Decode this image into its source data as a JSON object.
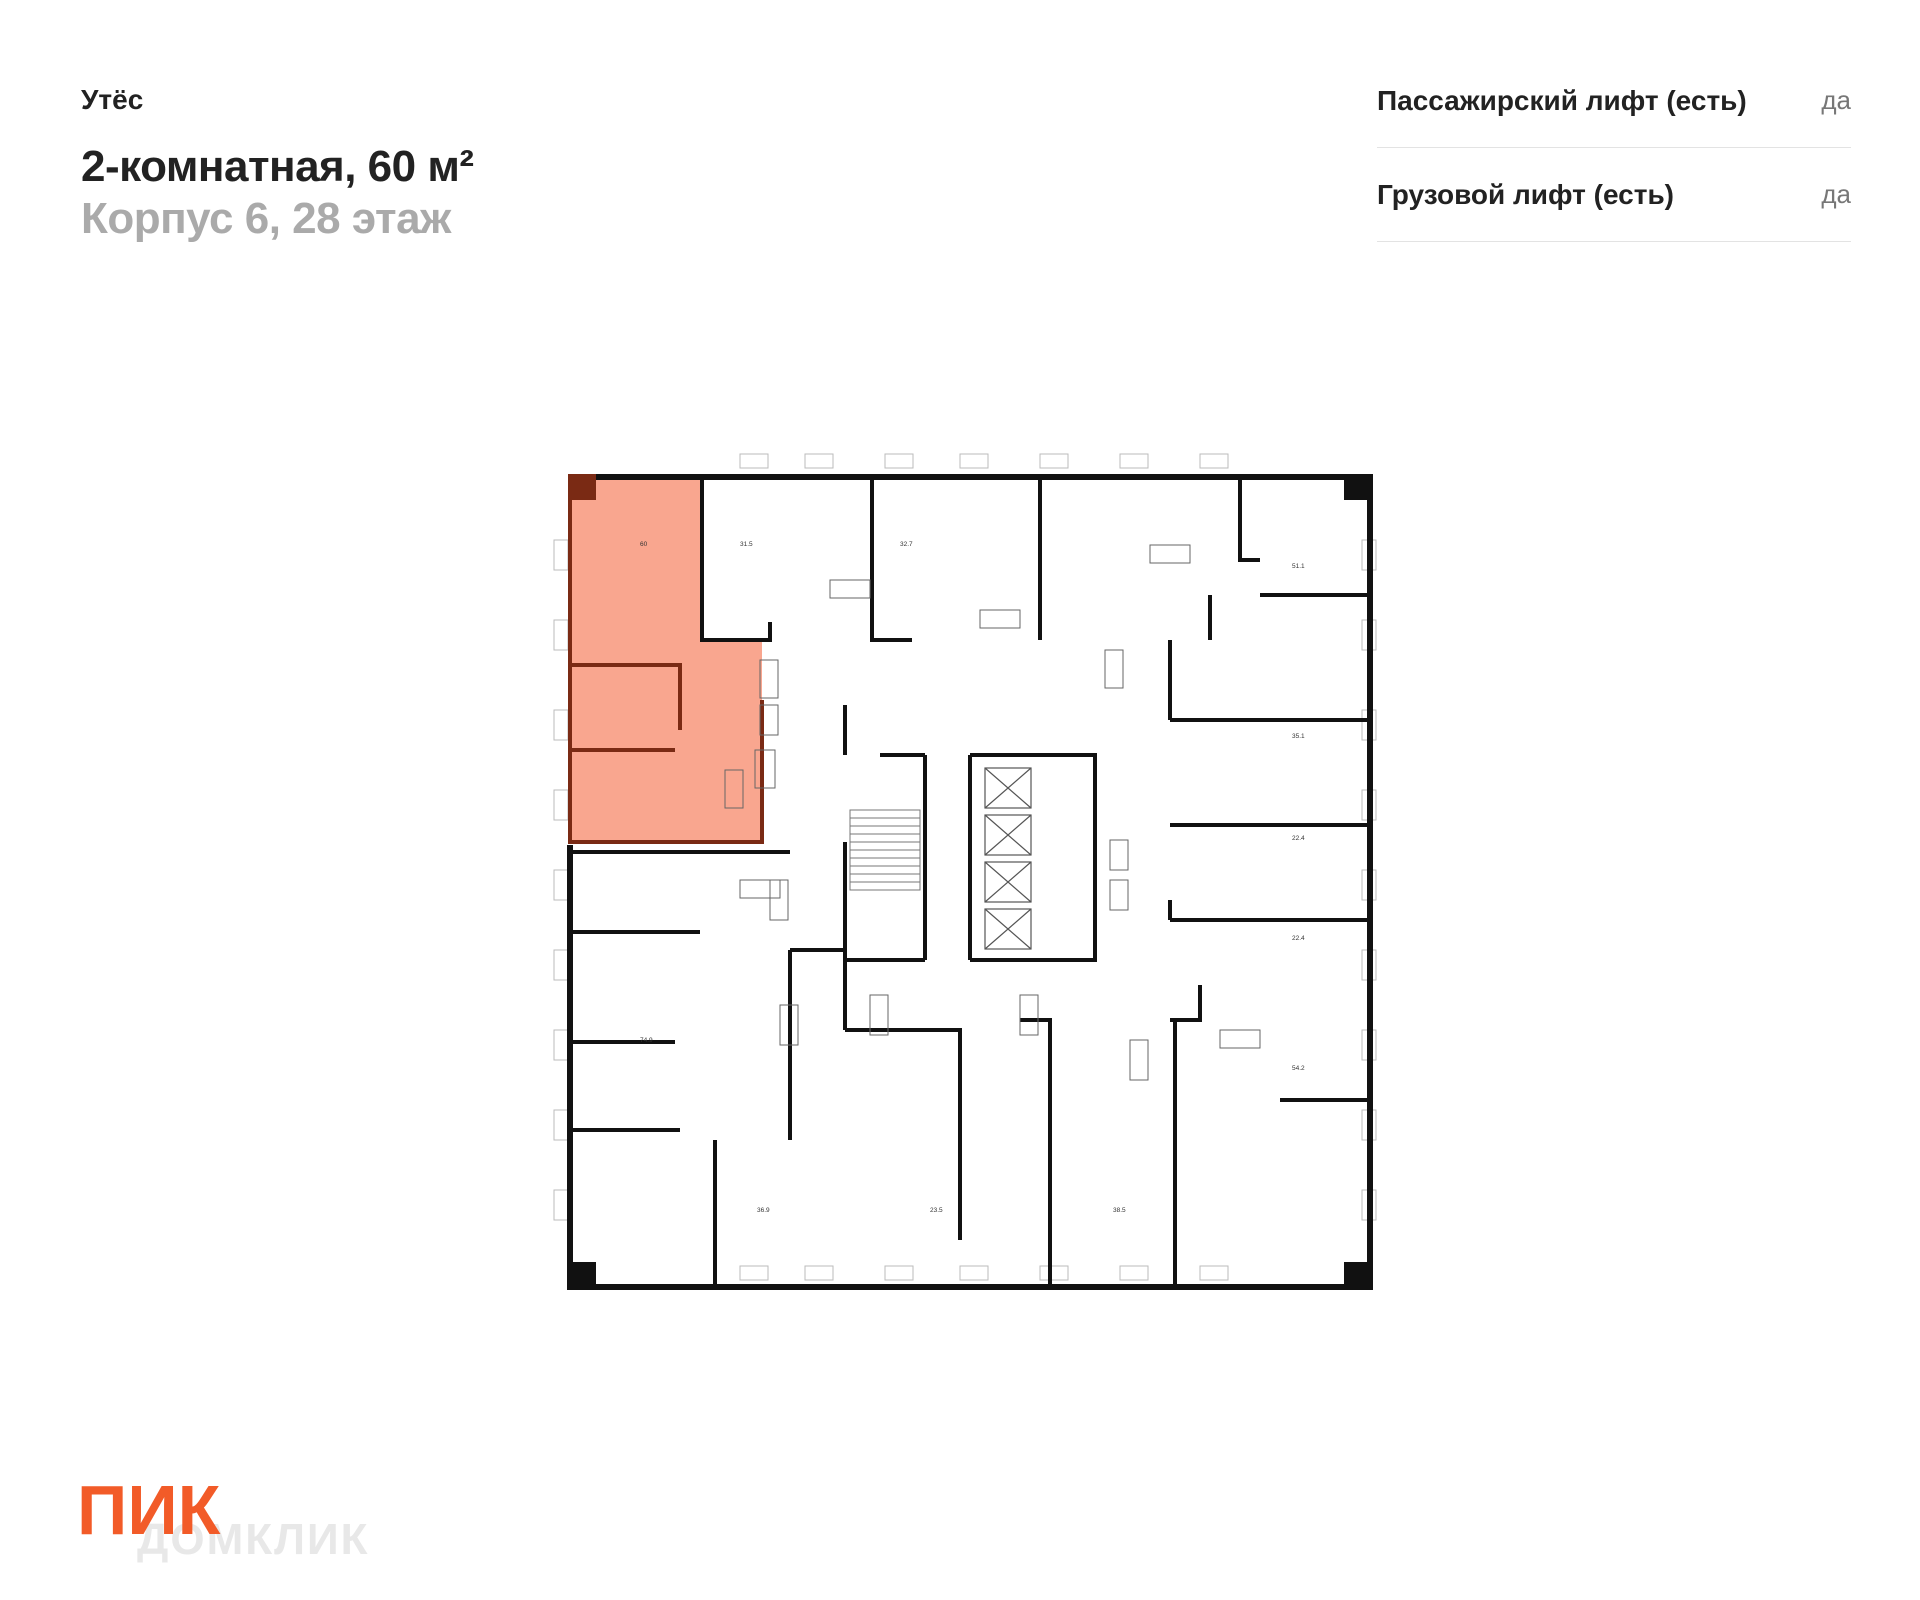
{
  "header": {
    "project": "Утёс",
    "title": "2-комнатная, 60 м²",
    "subtitle": "Корпус 6, 28 этаж"
  },
  "features": [
    {
      "label": "Пассажирский лифт (есть)",
      "value": "да"
    },
    {
      "label": "Грузовой лифт (есть)",
      "value": "да"
    }
  ],
  "floorplan": {
    "highlight_color": "#f9a68f",
    "highlight_dark": "#7a2a14",
    "wall_color": "#111111",
    "apartments": [
      {
        "area": "60"
      },
      {
        "area": "31.5"
      },
      {
        "area": "32.7"
      },
      {
        "area": "51.1"
      },
      {
        "area": "35.1"
      },
      {
        "area": "22.4"
      },
      {
        "area": "22.4"
      },
      {
        "area": "74.9"
      },
      {
        "area": "54.2"
      },
      {
        "area": "36.9"
      },
      {
        "area": "23.5"
      },
      {
        "area": "38.5"
      }
    ]
  },
  "brand": {
    "logo": "ПИК",
    "watermark": "ДОМКЛИК",
    "logo_color": "#f25b28"
  }
}
